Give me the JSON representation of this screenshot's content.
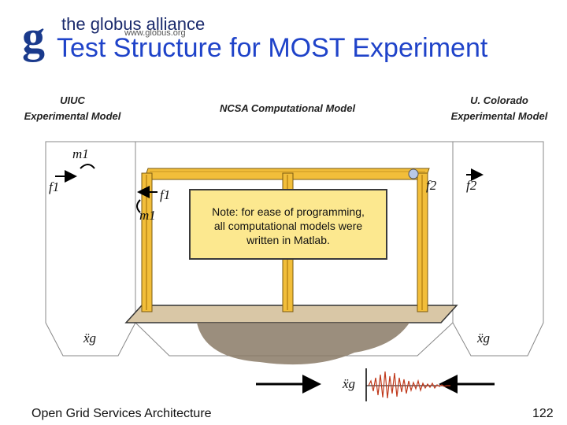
{
  "logo": {
    "mark": "g",
    "name": "the globus alliance",
    "url": "www.globus.org"
  },
  "title": "Test Structure for MOST Experiment",
  "labels": {
    "uiuc_line1": "UIUC",
    "uiuc_line2": "Experimental Model",
    "ncsa": "NCSA Computational Model",
    "colorado_line1": "U. Colorado",
    "colorado_line2": "Experimental Model"
  },
  "symbols": {
    "m1_left": "m1",
    "f1_left": "f1",
    "f1_beam": "f1",
    "m1_beam": "m1",
    "f2_beam": "f2",
    "f2_right": "f2",
    "xg_left": "ẍg",
    "xg_right": "ẍg",
    "xg_bottom": "ẍg"
  },
  "note": {
    "line1": "Note: for ease of programming,",
    "line2": "all computational models were",
    "line3": "written in Matlab."
  },
  "footer": "Open Grid Services Architecture",
  "page_number": "122",
  "colors": {
    "title": "#1f43c9",
    "beam": "#f2be3a",
    "note_bg": "#fce88f",
    "ground": "#d9c7a6",
    "seismo": "#c0391b"
  }
}
